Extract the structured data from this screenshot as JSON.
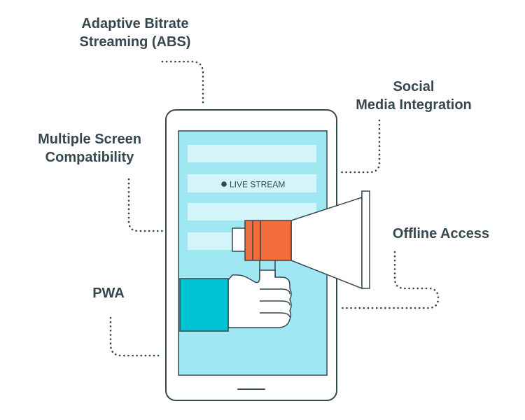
{
  "features": {
    "abs": [
      "Adaptive Bitrate",
      "Streaming (ABS)"
    ],
    "social": [
      "Social",
      "Media Integration"
    ],
    "multi_screen": [
      "Multiple Screen",
      "Compatibility"
    ],
    "offline": [
      "Offline Access"
    ],
    "pwa": [
      "PWA"
    ]
  },
  "phone": {
    "live_stream_label": "LIVE STREAM"
  },
  "colors": {
    "text": "#37474f",
    "outline": "#37474f",
    "dots": "#37474f",
    "screen": "#9ee7f3",
    "screen_bar": "#d3f4f9",
    "megaphone_band": "#f36d3c",
    "sleeve": "#00c2d6",
    "white": "#ffffff"
  }
}
